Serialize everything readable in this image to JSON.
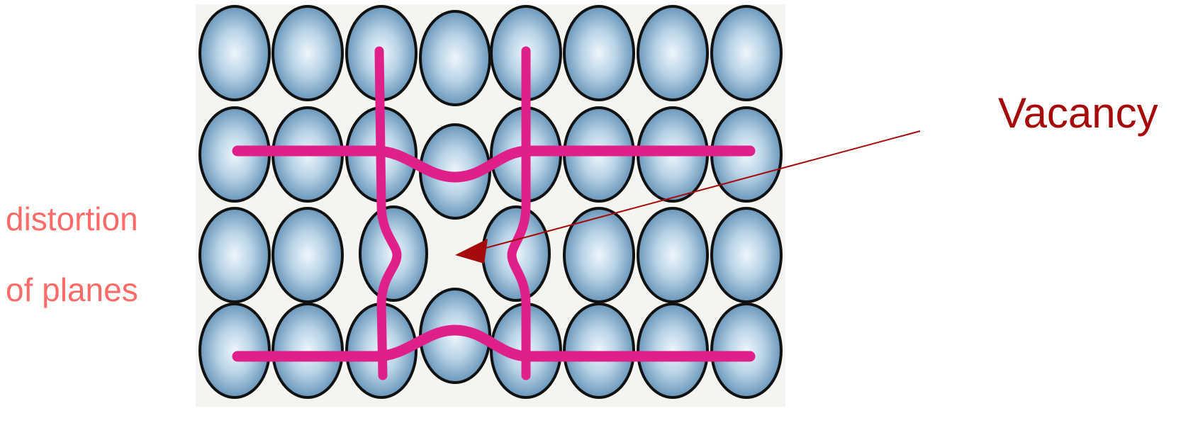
{
  "labels": {
    "distortion_line1": "distortion",
    "distortion_line2": "of planes",
    "vacancy": "Vacancy"
  },
  "colors": {
    "atom_edge": "#5a8bb3",
    "atom_center": "#eef6fb",
    "atom_outline": "#111111",
    "plane_line": "#e0208a",
    "arrow": "#a50b0b",
    "distortion_text": "#ff6b6b",
    "vacancy_text": "#a50b0b"
  },
  "lattice": {
    "rows": 4,
    "columns": 8,
    "vacancy": {
      "row": 3,
      "column": 4
    }
  }
}
